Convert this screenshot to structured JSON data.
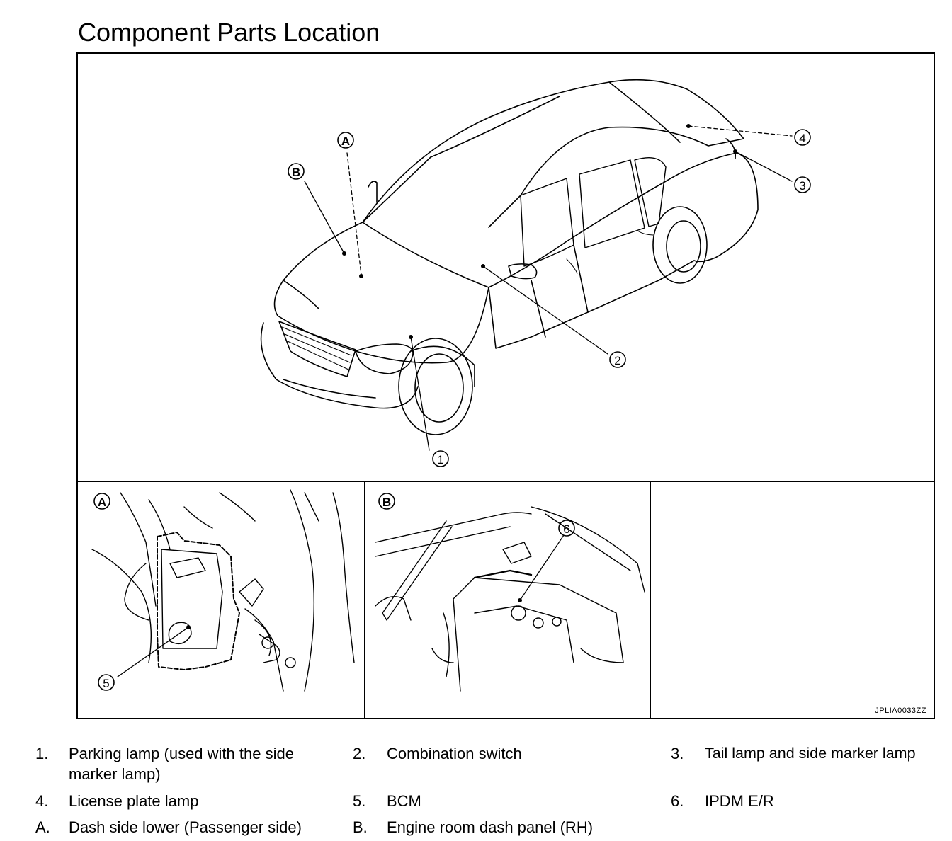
{
  "title": "Component Parts Location",
  "figure_code": "JPLIA0033ZZ",
  "callouts": {
    "c1": "1",
    "c2": "2",
    "c3": "3",
    "c4": "4",
    "c5": "5",
    "c6": "6",
    "cA": "A",
    "cB": "B",
    "panelA": "A",
    "panelB": "B"
  },
  "legend": [
    {
      "num": "1.",
      "text": "Parking lamp (used with the side marker lamp)"
    },
    {
      "num": "2.",
      "text": "Combination switch"
    },
    {
      "num": "3.",
      "text": "Tail lamp and side marker lamp"
    },
    {
      "num": "4.",
      "text": "License plate lamp"
    },
    {
      "num": "5.",
      "text": "BCM"
    },
    {
      "num": "6.",
      "text": "IPDM E/R"
    },
    {
      "num": "A.",
      "text": "Dash side lower (Passenger side)"
    },
    {
      "num": "B.",
      "text": "Engine room dash panel (RH)"
    }
  ]
}
